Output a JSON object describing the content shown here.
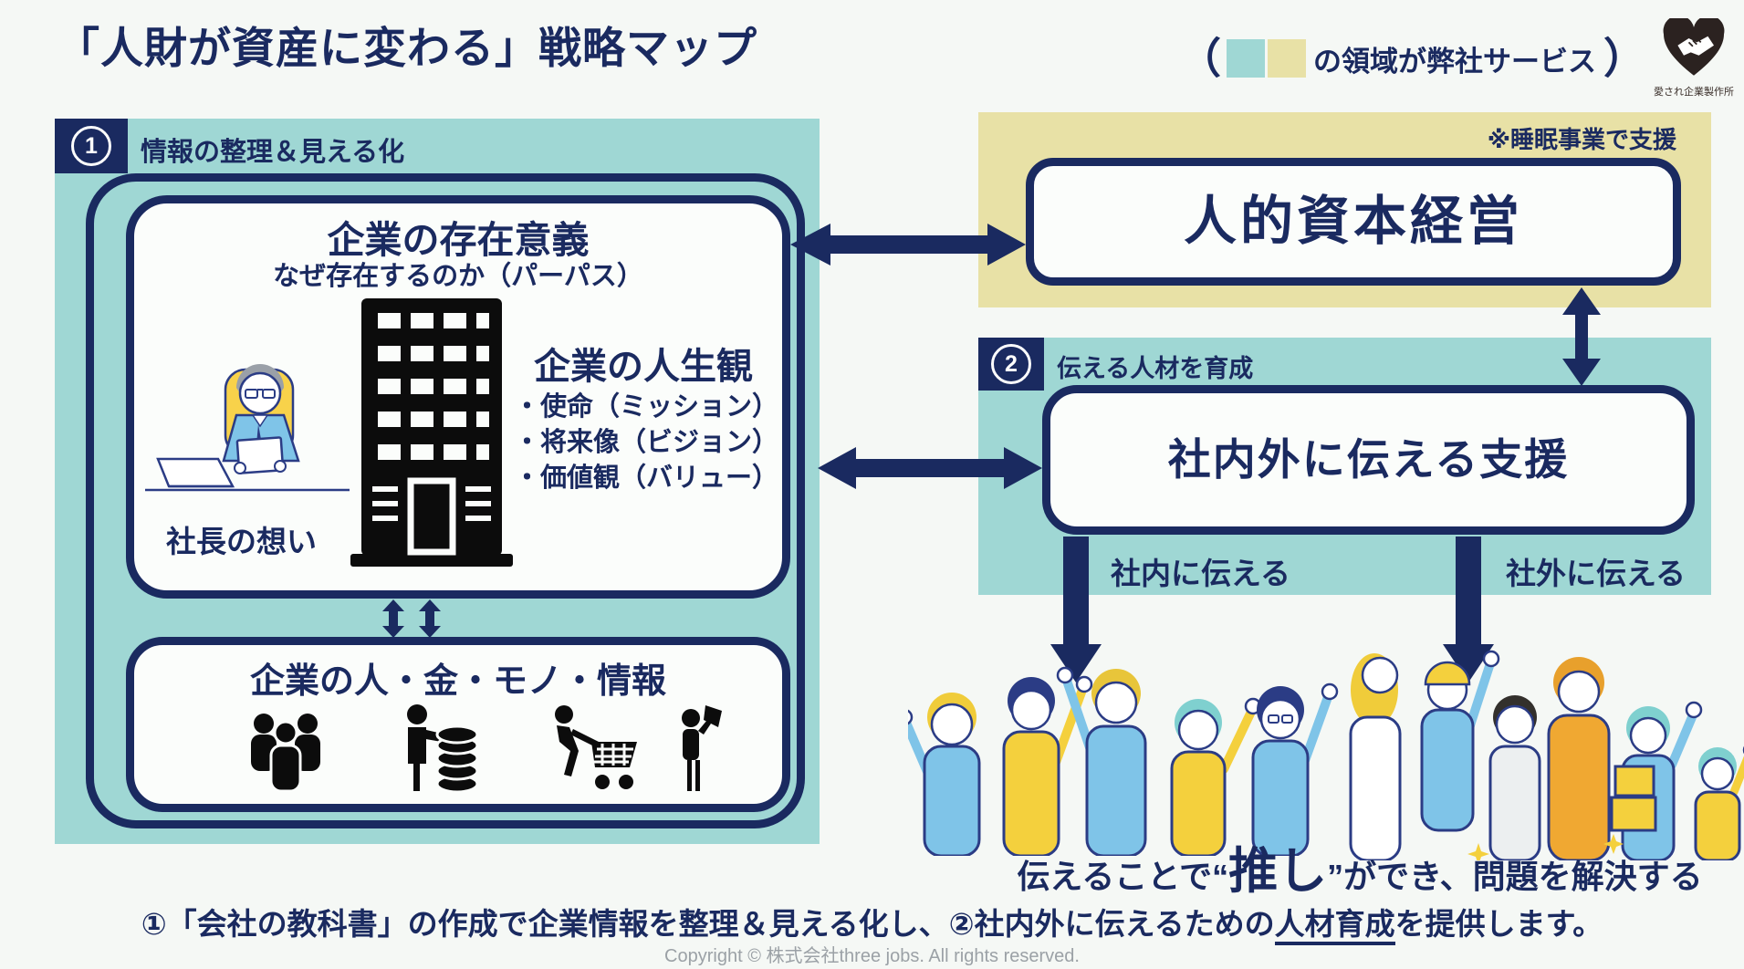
{
  "title": "「人財が資産に変わる」戦略マップ",
  "colors": {
    "navy": "#1a2a60",
    "teal": "#9fd7d4",
    "tan": "#e8e1a6"
  },
  "legend": {
    "open_paren": "（",
    "close_paren": "）",
    "text": "の領域が弊社サービス",
    "logo_caption": "愛され企業製作所"
  },
  "section1": {
    "number": "1",
    "header": "情報の整理＆見える化",
    "purpose_box": {
      "title": "企業の存在意義",
      "subtitle": "なぜ存在するのか（パーパス）",
      "view_title": "企業の人生観",
      "bullets": [
        "・使命（ミッション）",
        "・将来像（ビジョン）",
        "・価値観（バリュー）"
      ],
      "president_label": "社長の想い"
    },
    "resources_box": {
      "title": "企業の人・金・モノ・情報",
      "icons": [
        "people-icon",
        "money-icon",
        "cart-icon",
        "megaphone-icon"
      ]
    }
  },
  "human_capital": {
    "note": "※睡眠事業で支援",
    "box_label": "人的資本経営"
  },
  "section2": {
    "number": "2",
    "header": "伝える人材を育成",
    "box_label": "社内外に伝える支援",
    "internal_label": "社内に伝える",
    "external_label": "社外に伝える",
    "caption": {
      "pre": "伝えることで“",
      "emph": "推し",
      "post": "”ができ、問題を解決する"
    }
  },
  "footer": {
    "summary_pre": "①「会社の教科書」の作成で企業情報を整理＆見える化し、②社内外に伝えるための",
    "summary_underline": "人材育成",
    "summary_post": "を提供します。",
    "copyright": "Copyright © 株式会社three jobs. All rights reserved."
  }
}
